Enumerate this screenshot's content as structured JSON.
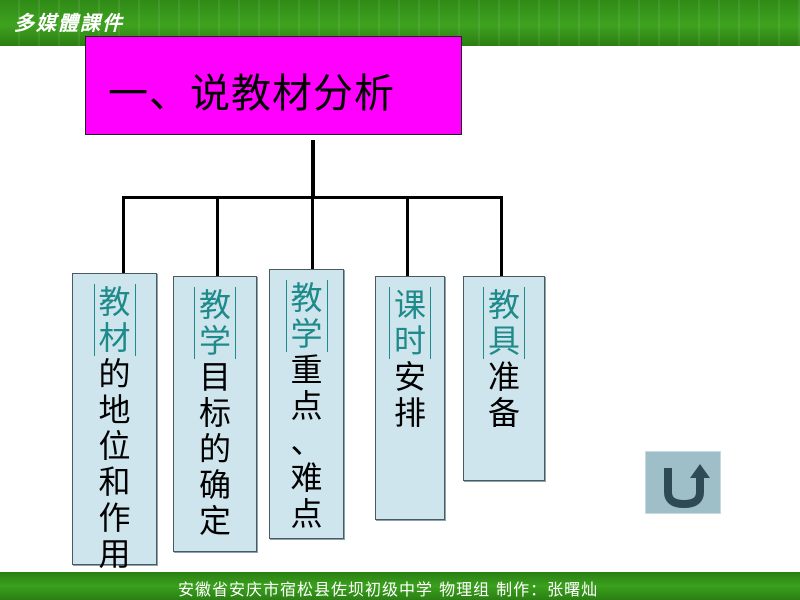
{
  "header": {
    "logo_text": "多媒體課件"
  },
  "title": "一、说教材分析",
  "cards": [
    {
      "chars": [
        "教",
        "材",
        "的",
        "地",
        "位",
        "和",
        "作",
        "用"
      ],
      "highlight": 2
    },
    {
      "chars": [
        "教",
        "学",
        "目",
        "标",
        "的",
        "确",
        "定"
      ],
      "highlight": 2
    },
    {
      "chars": [
        "教",
        "学",
        "重",
        "点",
        "、",
        "难",
        "点"
      ],
      "highlight": 2
    },
    {
      "chars": [
        "课",
        "时",
        "安",
        "排"
      ],
      "highlight": 2
    },
    {
      "chars": [
        "教",
        "具",
        "准",
        "备"
      ],
      "highlight": 2
    }
  ],
  "footer": {
    "text": "安徽省安庆市宿松县佐坝初级中学  物理组  制作：张曙灿"
  },
  "back_button": {
    "icon": "u-turn-arrow-icon"
  },
  "colors": {
    "title_bg": "#ff00ff",
    "card_bg": "#cfe5ee",
    "highlight_text": "#1e8a8a",
    "bar_green": "#3ea21f"
  }
}
